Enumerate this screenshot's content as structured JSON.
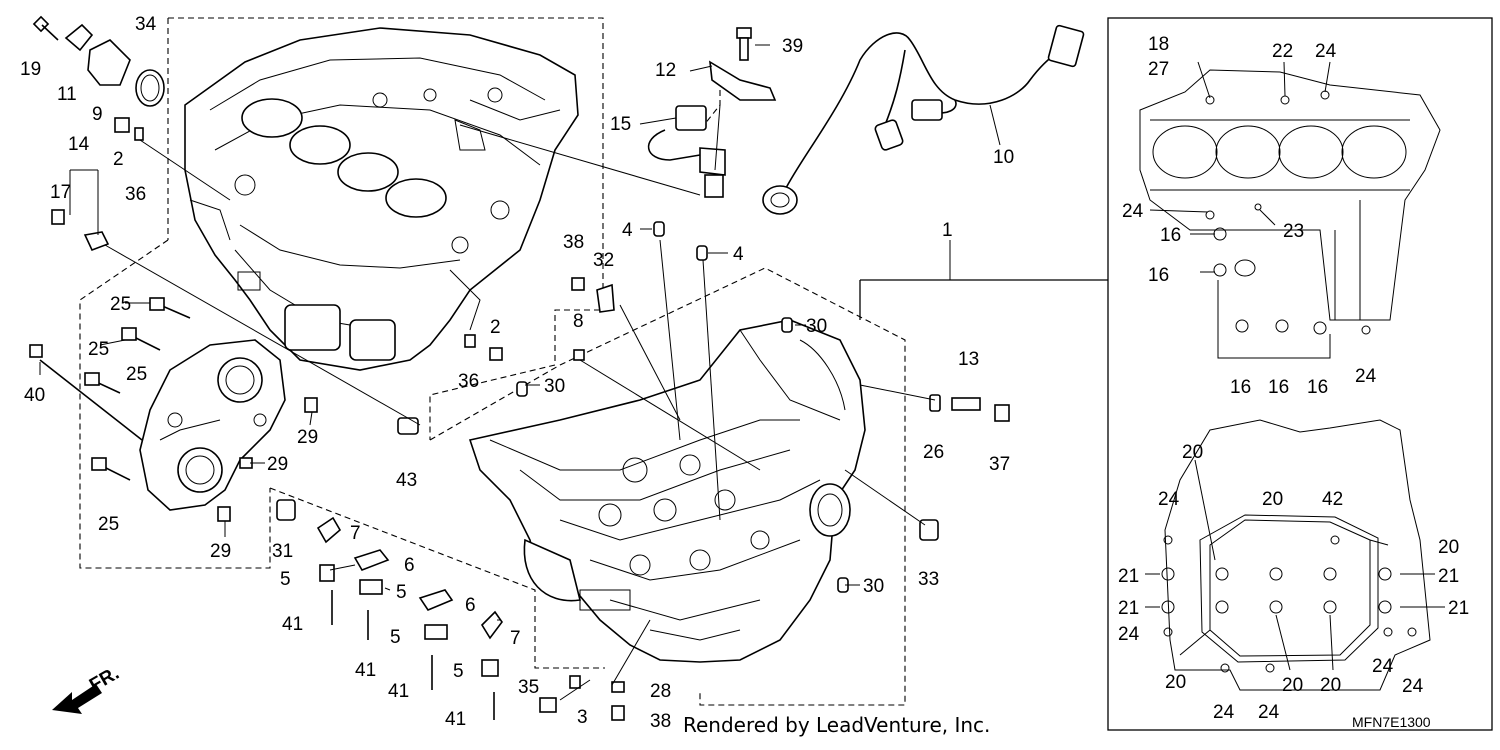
{
  "credit": "Rendered by LeadVenture, Inc.",
  "diagram_code": "MFN7E1300",
  "front_indicator": "FR.",
  "callouts": {
    "c19": "19",
    "c11": "11",
    "c34": "34",
    "c9": "9",
    "c14": "14",
    "c2a": "2",
    "c36a": "36",
    "c17": "17",
    "c12": "12",
    "c39": "39",
    "c15": "15",
    "c10": "10",
    "c1": "1",
    "c18": "18",
    "c27": "27",
    "c22": "22",
    "c24a": "24",
    "c24b": "24",
    "c23": "23",
    "c16a": "16",
    "c16b": "16",
    "c16c": "16",
    "c16d": "16",
    "c16e": "16",
    "c24c": "24",
    "c4a": "4",
    "c4b": "4",
    "c38a": "38",
    "c32": "32",
    "c8": "8",
    "c30a": "30",
    "c30b": "30",
    "c30c": "30",
    "c13": "13",
    "c26": "26",
    "c37": "37",
    "c25a": "25",
    "c25b": "25",
    "c25c": "25",
    "c25d": "25",
    "c40": "40",
    "c29a": "29",
    "c29b": "29",
    "c29c": "29",
    "c2b": "2",
    "c36b": "36",
    "c43": "43",
    "c31": "31",
    "c7a": "7",
    "c6a": "6",
    "c5a": "5",
    "c5b": "5",
    "c41a": "41",
    "c6b": "6",
    "c5c": "5",
    "c7b": "7",
    "c5d": "5",
    "c41b": "41",
    "c41c": "41",
    "c41d": "41",
    "c35": "35",
    "c3": "3",
    "c28": "28",
    "c38b": "38",
    "c33": "33",
    "c20a": "20",
    "c24d": "24",
    "c20b": "20",
    "c42": "42",
    "c20c": "20",
    "c21a": "21",
    "c21b": "21",
    "c21c": "21",
    "c21d": "21",
    "c24e": "24",
    "c20d": "20",
    "c20e": "20",
    "c20f": "20",
    "c24f": "24",
    "c24g": "24",
    "c24h": "24",
    "c24i": "24"
  }
}
